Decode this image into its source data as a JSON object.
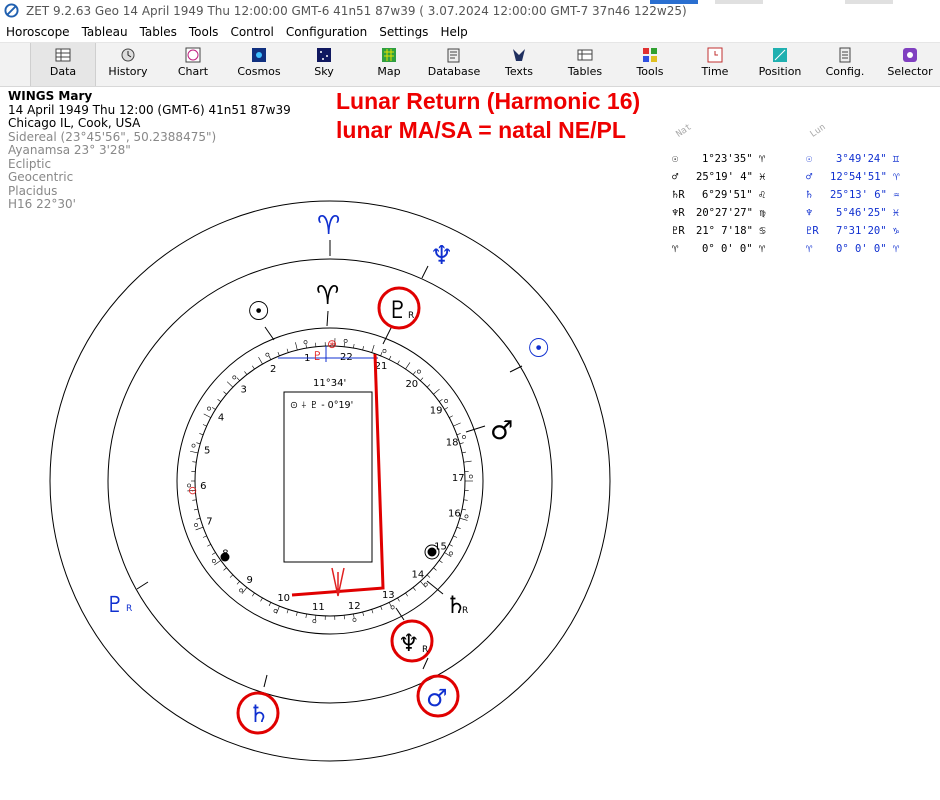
{
  "window": {
    "title": "ZET 9.2.63 Geo    14 April 1949  Thu   12:00:00 GMT-6 41n51  87w39   ( 3.07.2024  12:00:00 GMT-7 37n46  122w25)"
  },
  "menu": [
    "Horoscope",
    "Tableau",
    "Tables",
    "Tools",
    "Control",
    "Configuration",
    "Settings",
    "Help"
  ],
  "toolbar": [
    {
      "label": "Data",
      "icon": "data-table-icon"
    },
    {
      "label": "History",
      "icon": "history-icon"
    },
    {
      "label": "Chart",
      "icon": "chart-wheel-icon"
    },
    {
      "label": "Cosmos",
      "icon": "cosmos-icon"
    },
    {
      "label": "Sky",
      "icon": "sky-icon"
    },
    {
      "label": "Map",
      "icon": "map-icon"
    },
    {
      "label": "Database",
      "icon": "database-icon"
    },
    {
      "label": "Texts",
      "icon": "texts-icon"
    },
    {
      "label": "Tables",
      "icon": "tables-icon"
    },
    {
      "label": "Tools",
      "icon": "tools-icon"
    },
    {
      "label": "Time",
      "icon": "time-icon"
    },
    {
      "label": "Position",
      "icon": "position-icon"
    },
    {
      "label": "Config.",
      "icon": "config-icon"
    },
    {
      "label": "Selector",
      "icon": "selector-icon"
    }
  ],
  "info": {
    "name": "WINGS Mary",
    "line2": "14 April 1949  Thu  12:00 (GMT-6) 41n51  87w39",
    "line3": "Chicago IL, Cook, USA",
    "grey": [
      "Sidereal (23°45'56\", 50.2388475\")",
      "Ayanamsa 23° 3'28\"",
      "Ecliptic",
      "Geocentric",
      "Placidus",
      "H16  22°30'"
    ]
  },
  "annotation": {
    "line1": "Lunar Return (Harmonic 16)",
    "line2": "lunar MA/SA = natal NE/PL"
  },
  "positions": {
    "natal_header": "Nat",
    "lunar_header": "Lun",
    "natal": [
      {
        "glyph": "☉",
        "text": "1°23'35\" ♈"
      },
      {
        "glyph": "♂",
        "text": "25°19' 4\" ♓"
      },
      {
        "glyph": "♄R",
        "text": "6°29'51\" ♌"
      },
      {
        "glyph": "♆R",
        "text": "20°27'27\" ♍"
      },
      {
        "glyph": "♇R",
        "text": "21° 7'18\" ♋"
      },
      {
        "glyph": "♈",
        "text": "0° 0' 0\" ♈"
      }
    ],
    "lunar": [
      {
        "glyph": "☉",
        "text": "3°49'24\" ♊"
      },
      {
        "glyph": "♂",
        "text": "12°54'51\" ♈"
      },
      {
        "glyph": "♄",
        "text": "25°13' 6\" ♒"
      },
      {
        "glyph": "♆",
        "text": "5°46'25\" ♓"
      },
      {
        "glyph": "♇R",
        "text": "7°31'20\" ♑"
      },
      {
        "glyph": "♈",
        "text": "0° 0' 0\" ♈"
      }
    ]
  },
  "chart": {
    "inner_numbers": [
      "1",
      "2",
      "3",
      "4",
      "5",
      "6",
      "7",
      "8",
      "9",
      "10",
      "11",
      "12",
      "13",
      "14",
      "15",
      "16",
      "17",
      "18",
      "19",
      "20",
      "21",
      "22"
    ],
    "degree_label": "11°34'",
    "box_text": "⊙ ⍭ ♇ - 0°19'",
    "natal_planets": [
      {
        "glyph": "☉",
        "name": "sun"
      },
      {
        "glyph": "♈",
        "name": "aries-point"
      },
      {
        "glyph": "♇",
        "name": "pluto",
        "retro": "R"
      },
      {
        "glyph": "♂",
        "name": "mars"
      },
      {
        "glyph": "♄",
        "name": "saturn",
        "retro": "R"
      },
      {
        "glyph": "♆",
        "name": "neptune",
        "retro": "R"
      }
    ],
    "lunar_planets": [
      {
        "glyph": "♈",
        "name": "aries-point"
      },
      {
        "glyph": "♆",
        "name": "neptune"
      },
      {
        "glyph": "☉",
        "name": "sun"
      },
      {
        "glyph": "♇",
        "name": "pluto",
        "retro": "R"
      },
      {
        "glyph": "♄",
        "name": "saturn"
      },
      {
        "glyph": "♂",
        "name": "mars"
      }
    ],
    "colors": {
      "lunar": "#1030d0",
      "highlight": "#e00000",
      "natal": "#000000"
    }
  }
}
